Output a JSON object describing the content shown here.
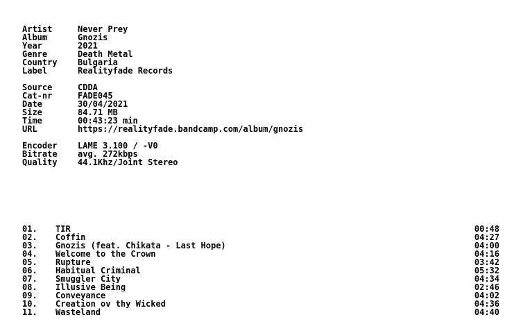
{
  "release": [
    {
      "key": "Artist",
      "value": "Never Prey"
    },
    {
      "key": "Album",
      "value": "Gnozis"
    },
    {
      "key": "Year",
      "value": "2021"
    },
    {
      "key": "Genre",
      "value": "Death Metal"
    },
    {
      "key": "Country",
      "value": "Bulgaria"
    },
    {
      "key": "Label",
      "value": "Realityfade Records"
    }
  ],
  "source": [
    {
      "key": "Source",
      "value": "CDDA"
    },
    {
      "key": "Cat-nr",
      "value": "FADE045"
    },
    {
      "key": "Date",
      "value": "30/04/2021"
    },
    {
      "key": "Size",
      "value": "84.71 MB"
    },
    {
      "key": "Time",
      "value": "00:43:23 min"
    },
    {
      "key": "URL",
      "value": "https://realityfade.bandcamp.com/album/gnozis"
    }
  ],
  "encoding": [
    {
      "key": "Encoder",
      "value": "LAME 3.100 / -V0"
    },
    {
      "key": "Bitrate",
      "value": "avg. 272kbps"
    },
    {
      "key": "Quality",
      "value": "44.1Khz/Joint Stereo"
    }
  ],
  "tracks": [
    {
      "num": "01.",
      "title": "TIR",
      "time": "00:48"
    },
    {
      "num": "02.",
      "title": "Coffin",
      "time": "04:27"
    },
    {
      "num": "03.",
      "title": "Gnozis (feat. Chikata - Last Hope)",
      "time": "04:00"
    },
    {
      "num": "04.",
      "title": "Welcome to the Crown",
      "time": "04:16"
    },
    {
      "num": "05.",
      "title": "Rupture",
      "time": "03:42"
    },
    {
      "num": "06.",
      "title": "Habitual Criminal",
      "time": "05:32"
    },
    {
      "num": "07.",
      "title": "Smuggler City",
      "time": "04:34"
    },
    {
      "num": "08.",
      "title": "Illusive Being",
      "time": "02:46"
    },
    {
      "num": "09.",
      "title": "Conveyance",
      "time": "04:02"
    },
    {
      "num": "10.",
      "title": "Creation ov thy Wicked",
      "time": "04:36"
    },
    {
      "num": "11.",
      "title": "Wasteland",
      "time": "04:40"
    }
  ]
}
